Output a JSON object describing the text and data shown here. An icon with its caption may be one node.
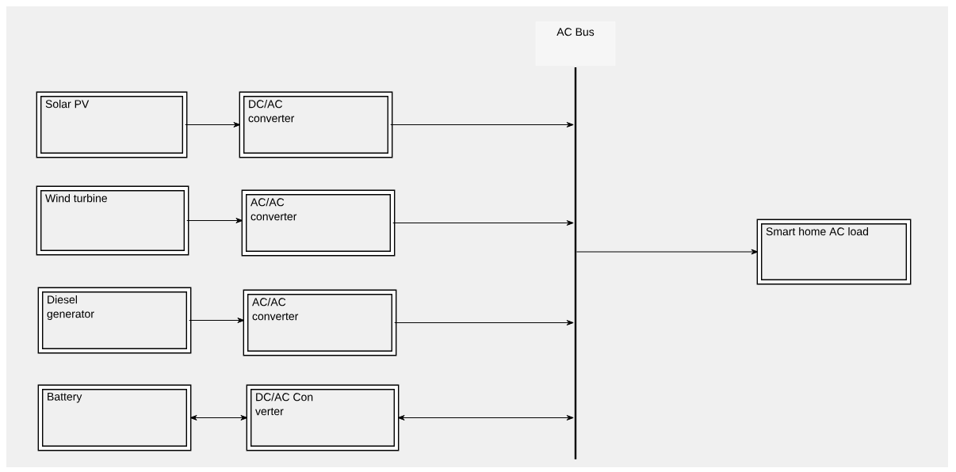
{
  "diagram": {
    "nodes": [
      {
        "text": [
          "Solar PV"
        ]
      },
      {
        "text": [
          "DC/AC converter"
        ]
      },
      {
        "text": [
          "Wind turbine"
        ]
      },
      {
        "text": [
          "AC/AC converter"
        ]
      },
      {
        "text": [
          "Diesel generator"
        ]
      },
      {
        "text": [
          "AC/AC converter"
        ]
      },
      {
        "text": [
          "Battery"
        ]
      },
      {
        "text": [
          "DC/AC Con verter"
        ]
      },
      {
        "text": [
          "AC Bus"
        ]
      },
      {
        "text": [
          "Smart home AC load"
        ]
      }
    ],
    "edges": [
      {
        "from": 0,
        "to": 1,
        "arrow": "to"
      },
      {
        "from": 1,
        "to": 8,
        "arrow": "to"
      },
      {
        "from": 2,
        "to": 3,
        "arrow": "to"
      },
      {
        "from": 3,
        "to": 8,
        "arrow": "to"
      },
      {
        "from": 4,
        "to": 5,
        "arrow": "to"
      },
      {
        "from": 5,
        "to": 8,
        "arrow": "to"
      },
      {
        "from": 6,
        "to": 7,
        "arrow": "both"
      },
      {
        "from": 7,
        "to": 8,
        "arrow": "both"
      },
      {
        "from": 8,
        "to": 9,
        "arrow": "to"
      }
    ]
  }
}
